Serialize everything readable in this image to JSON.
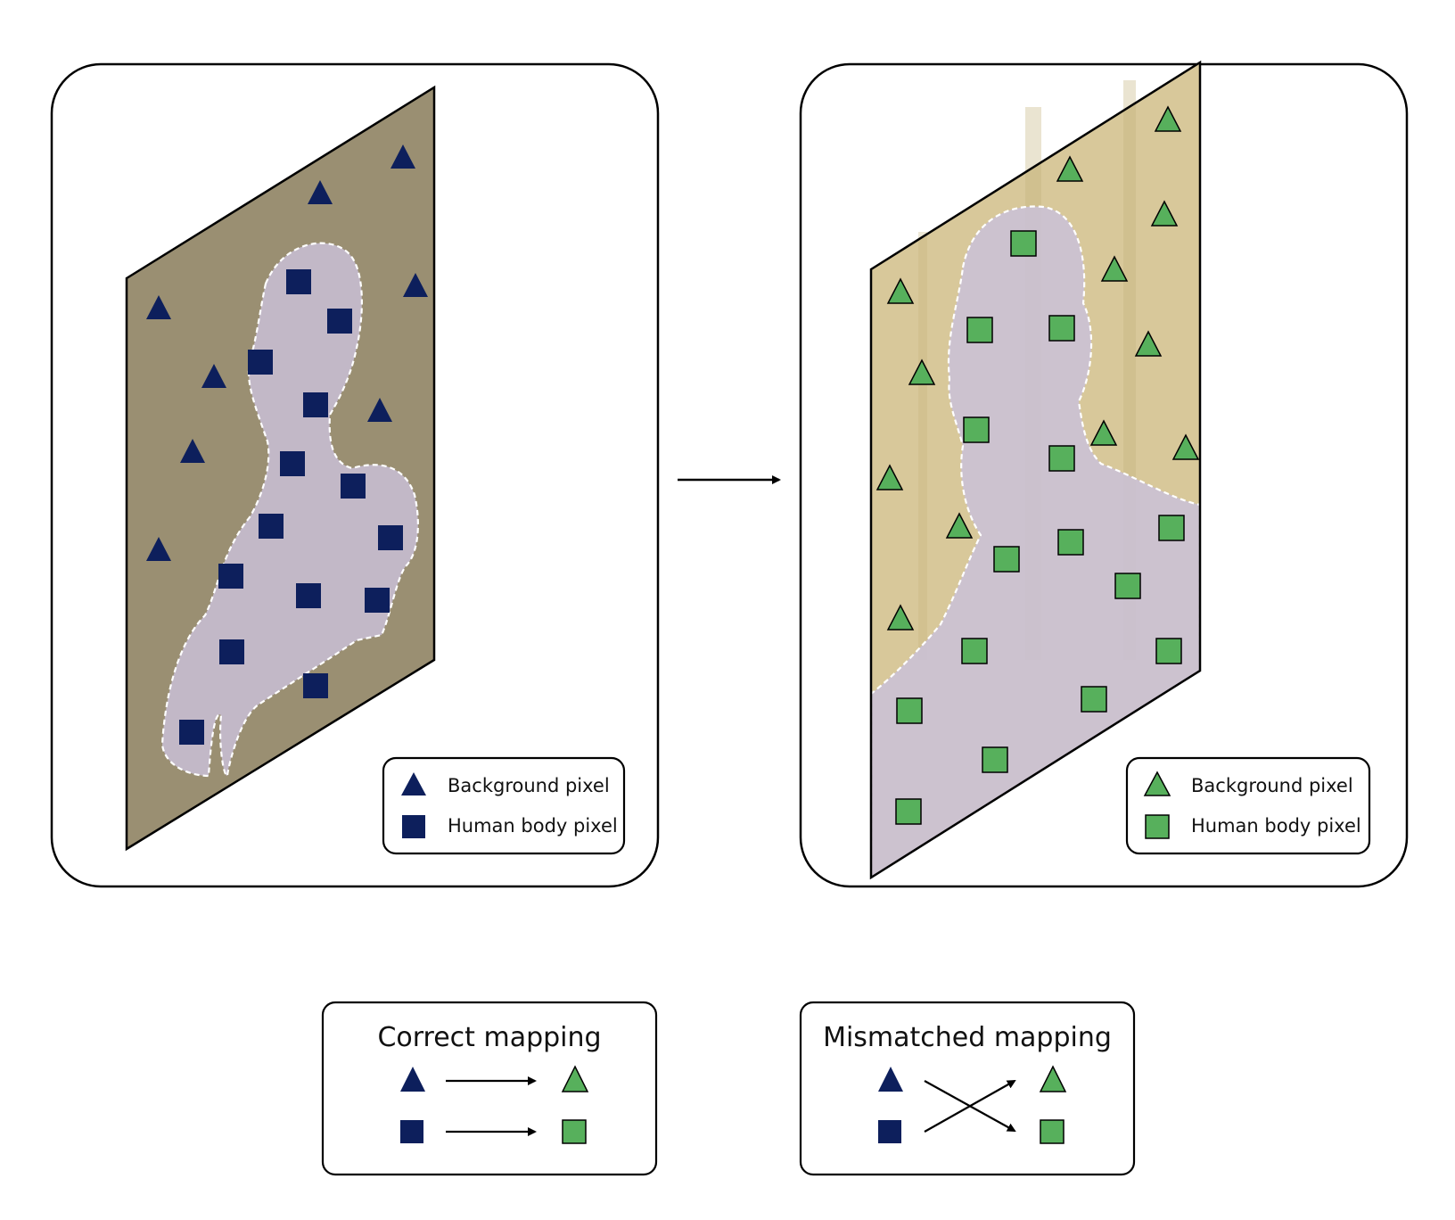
{
  "colors": {
    "source_marker": "#0d1f5c",
    "target_marker": "#57b05c",
    "source_background": "#9a8f72",
    "target_background": "#d8c89a",
    "body_overlay": "#c9c0d6"
  },
  "left_panel": {
    "legend": {
      "background_label": "Background pixel",
      "body_label": "Human body pixel"
    }
  },
  "right_panel": {
    "legend": {
      "background_label": "Background pixel",
      "body_label": "Human body pixel"
    }
  },
  "correct_box": {
    "title": "Correct mapping"
  },
  "mismatched_box": {
    "title": "Mismatched mapping"
  },
  "icons": {
    "background_marker": "triangle-icon",
    "body_marker": "square-icon",
    "arrow": "arrow-right-icon"
  }
}
